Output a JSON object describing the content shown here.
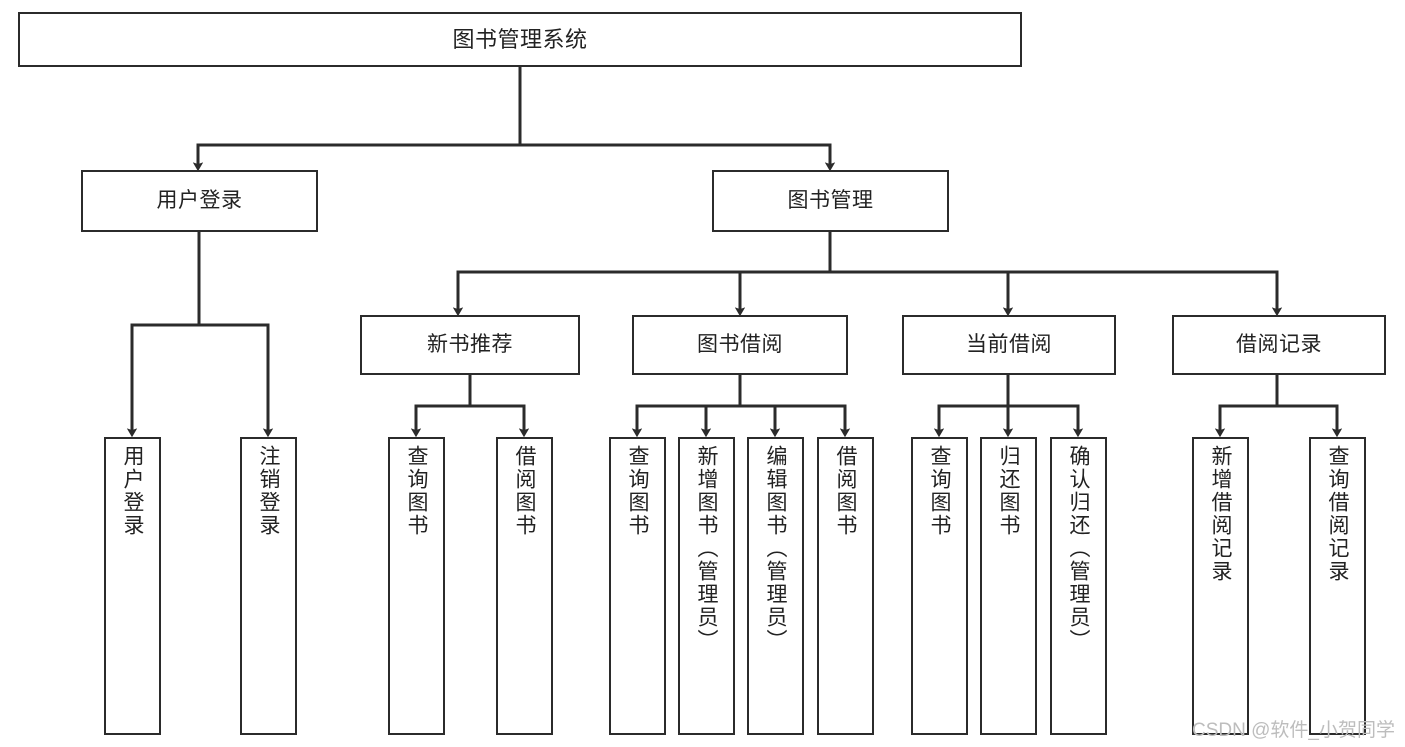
{
  "diagram": {
    "title": "图书管理系统",
    "type": "tree-hierarchy-chart",
    "background_color": "#ffffff",
    "node_border_color": "#2b2b2b",
    "node_fill_color": "#ffffff",
    "edge_color": "#2b2b2b",
    "text_color": "#222222"
  },
  "watermark": {
    "text": "CSDN @软件_小贺同学",
    "color": "#bdbdbd"
  },
  "nodes": {
    "root": {
      "label": "图书管理系统",
      "level": 0
    },
    "level1": [
      {
        "id": "user-login",
        "label": "用户登录"
      },
      {
        "id": "book-manage",
        "label": "图书管理"
      }
    ],
    "level2": [
      {
        "id": "new-book-recommend",
        "label": "新书推荐"
      },
      {
        "id": "book-borrow",
        "label": "图书借阅"
      },
      {
        "id": "current-borrow",
        "label": "当前借阅"
      },
      {
        "id": "borrow-record",
        "label": "借阅记录"
      }
    ],
    "leaves": {
      "user-login": [
        {
          "id": "leaf-user-login",
          "label": "用户登录"
        },
        {
          "id": "leaf-logout-login",
          "label": "注销登录"
        }
      ],
      "new-book-recommend": [
        {
          "id": "leaf-query-book-1",
          "label": "查询图书"
        },
        {
          "id": "leaf-borrow-book-1",
          "label": "借阅图书"
        }
      ],
      "book-borrow": [
        {
          "id": "leaf-query-book-2",
          "label": "查询图书"
        },
        {
          "id": "leaf-add-book",
          "label": "新增图书（管理员）"
        },
        {
          "id": "leaf-edit-book",
          "label": "编辑图书（管理员）"
        },
        {
          "id": "leaf-borrow-book-2",
          "label": "借阅图书"
        }
      ],
      "current-borrow": [
        {
          "id": "leaf-query-book-3",
          "label": "查询图书"
        },
        {
          "id": "leaf-return-book",
          "label": "归还图书"
        },
        {
          "id": "leaf-confirm-return",
          "label": "确认归还（管理员）"
        }
      ],
      "borrow-record": [
        {
          "id": "leaf-add-record",
          "label": "新增借阅记录"
        },
        {
          "id": "leaf-query-record",
          "label": "查询借阅记录"
        }
      ]
    }
  }
}
